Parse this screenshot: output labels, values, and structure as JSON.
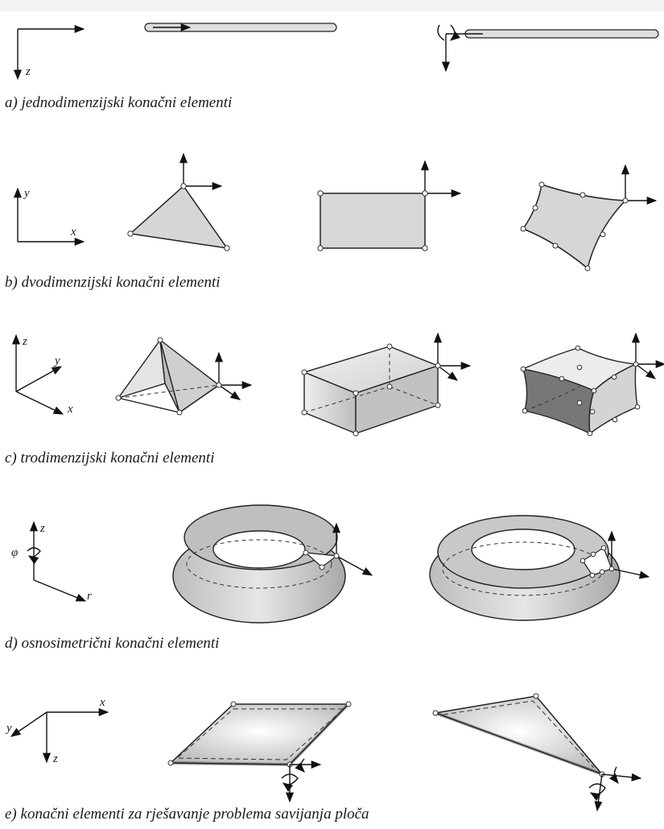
{
  "captions": {
    "a": "a)  jednodimenzijski konačni elementi",
    "b": "b)  dvodimenzijski konačni elementi",
    "c": "c)  trodimenzijski konačni elementi",
    "d": "d)  osnosimetrični konačni elementi",
    "e": "e)  konačni elementi za rješavanje problema savijanja ploča"
  },
  "axis_labels": {
    "a_z": "z",
    "b_x": "x",
    "b_y": "y",
    "c_x": "x",
    "c_y": "y",
    "c_z": "z",
    "d_z": "z",
    "d_r": "r",
    "d_phi": "φ",
    "e_x": "x",
    "e_y": "y",
    "e_z": "z"
  },
  "colors": {
    "fill_light": "#dcdcdc",
    "fill_mid": "#c4c4c4",
    "fill_dark": "#7a7a7a",
    "line": "#222222"
  }
}
